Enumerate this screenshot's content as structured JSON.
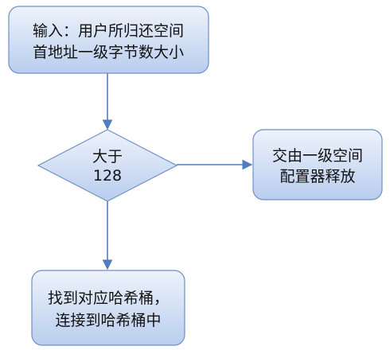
{
  "nodes": {
    "input": {
      "line1": "输入：用户所归还空间",
      "line2": "首地址一级字节数大小"
    },
    "decision": {
      "line1": "大于",
      "line2": "128"
    },
    "first_level": {
      "line1": "交由一级空间",
      "line2": "配置器释放"
    },
    "hash_bucket": {
      "line1": "找到对应哈希桶，",
      "line2": "连接到哈希桶中"
    }
  },
  "colors": {
    "box_fill_top": "#eef3fb",
    "box_fill_bottom": "#b9cdee",
    "box_stroke": "#6f8fc4",
    "arrow": "#4f7fc0",
    "text": "#111111"
  }
}
